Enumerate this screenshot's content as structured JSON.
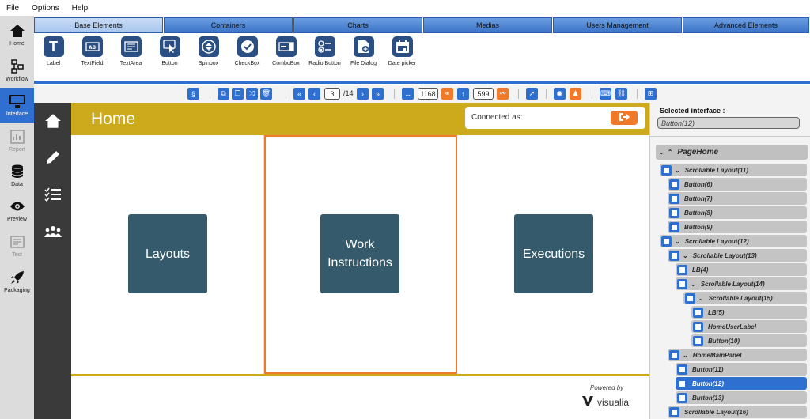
{
  "menu": [
    "File",
    "Options",
    "Help"
  ],
  "appbar": [
    {
      "label": "Home",
      "icon": "house-icon"
    },
    {
      "label": "Workflow",
      "icon": "workflow-icon"
    },
    {
      "label": "Interface",
      "icon": "monitor-icon"
    },
    {
      "label": "Report",
      "icon": "report-icon"
    },
    {
      "label": "Data",
      "icon": "database-icon"
    },
    {
      "label": "Preview",
      "icon": "eye-icon"
    },
    {
      "label": "Test",
      "icon": "test-icon"
    },
    {
      "label": "Packaging",
      "icon": "rocket-icon"
    }
  ],
  "tabs": [
    "Base Elements",
    "Containers",
    "Charts",
    "Medias",
    "Users Management",
    "Advanced Elements"
  ],
  "tools": [
    "Label",
    "TextField",
    "TextArea",
    "Button",
    "Spinbox",
    "CheckBox",
    "ComboBox",
    "Radio Button",
    "File Dialog",
    "Date picker"
  ],
  "toolbar": {
    "section_symbol": "§",
    "page_current": "3",
    "page_total": "/14",
    "width": "1168",
    "height": "599"
  },
  "page": {
    "title": "Home",
    "connected_label": "Connected as:",
    "cards": [
      "Layouts",
      "Work Instructions",
      "Executions"
    ],
    "powered_by": "Powered by",
    "brand": "visualia"
  },
  "panel": {
    "selected_label": "Selected interface :",
    "selected_value": "Button(12)",
    "tree": [
      {
        "label": "PageHome"
      },
      {
        "label": "Scrollable Layout(11)"
      },
      {
        "label": "Button(6)"
      },
      {
        "label": "Button(7)"
      },
      {
        "label": "Button(8)"
      },
      {
        "label": "Button(9)"
      },
      {
        "label": "Scrollable Layout(12)"
      },
      {
        "label": "Scrollable Layout(13)"
      },
      {
        "label": "LB(4)"
      },
      {
        "label": "Scrollable Layout(14)"
      },
      {
        "label": "Scrollable Layout(15)"
      },
      {
        "label": "LB(5)"
      },
      {
        "label": "HomeUserLabel"
      },
      {
        "label": "Button(10)"
      },
      {
        "label": "HomeMainPanel"
      },
      {
        "label": "Button(11)"
      },
      {
        "label": "Button(12)"
      },
      {
        "label": "Button(13)"
      },
      {
        "label": "Scrollable Layout(16)"
      }
    ]
  },
  "colors": {
    "accent": "#2f6fd0",
    "header": "#cda91c",
    "card": "#345a6b",
    "orange": "#f07a2a"
  }
}
